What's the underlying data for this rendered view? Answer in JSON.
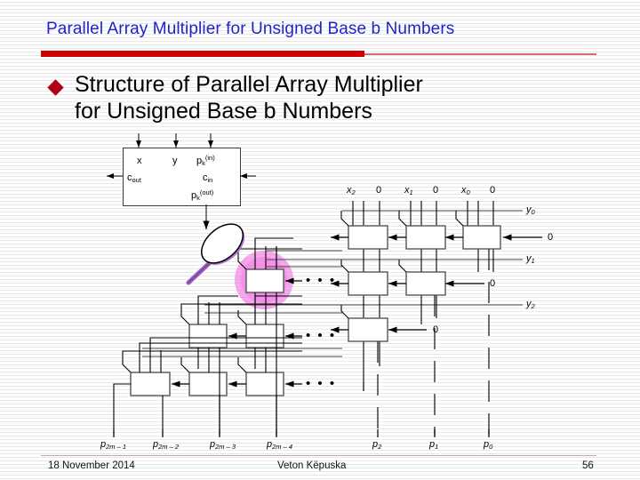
{
  "slide": {
    "title": "Parallel Array Multiplier for Unsigned Base b Numbers",
    "accent_title_color": "#2222cc",
    "accent_rule_color": "#cc0000",
    "bullet": {
      "marker": "diamond-bullet-icon",
      "line1": "Structure of Parallel Array Multiplier",
      "line2": "for Unsigned Base b Numbers"
    }
  },
  "cell_legend": {
    "name": "multiplier-cell-legend",
    "top_inputs": [
      "x",
      "y",
      "p"
    ],
    "p_in_base": "p",
    "p_in_sub": "k",
    "p_in_sup": "(in)",
    "left_output": "c",
    "left_output_sub": "out",
    "right_input": "c",
    "right_input_sub": "in",
    "bottom_output_base": "p",
    "bottom_output_sub": "k",
    "bottom_output_sup": "(out)"
  },
  "magnifier": {
    "name": "magnifying-glass-icon",
    "glass_color": "#ffffff",
    "rim_color": "#000000",
    "handle_color": "#9b5ec0",
    "highlight_color": "#ef72e0"
  },
  "array": {
    "top_labels": [
      {
        "base": "x",
        "sub": "2"
      },
      {
        "base": "0",
        "sub": ""
      },
      {
        "base": "x",
        "sub": "1"
      },
      {
        "base": "0",
        "sub": ""
      },
      {
        "base": "x",
        "sub": "0"
      },
      {
        "base": "0",
        "sub": ""
      }
    ],
    "right_labels": [
      {
        "base": "y",
        "sub": "0"
      },
      {
        "base": "0",
        "sub": ""
      },
      {
        "base": "y",
        "sub": "1"
      },
      {
        "base": "0",
        "sub": ""
      },
      {
        "base": "y",
        "sub": "2"
      },
      {
        "base": "0",
        "sub": ""
      }
    ],
    "bottom_labels_left": [
      {
        "base": "p",
        "sub": "2m – 1"
      },
      {
        "base": "p",
        "sub": "2m – 2"
      },
      {
        "base": "p",
        "sub": "2m – 3"
      },
      {
        "base": "p",
        "sub": "2m – 4"
      }
    ],
    "bottom_labels_right": [
      {
        "base": "p",
        "sub": "2"
      },
      {
        "base": "p",
        "sub": "1"
      },
      {
        "base": "p",
        "sub": "0"
      }
    ],
    "ellipsis": "•  •  •"
  },
  "footer": {
    "date": "18 November 2014",
    "author": "Veton Këpuska",
    "page": "56"
  }
}
